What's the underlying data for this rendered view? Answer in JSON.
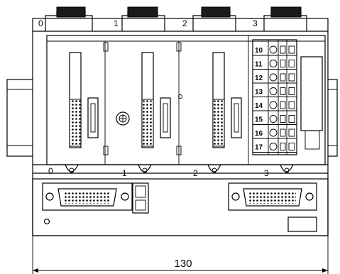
{
  "slot_labels_top": [
    "0",
    "1",
    "2",
    "3"
  ],
  "slot_labels_bottom": [
    "0",
    "1",
    "2",
    "3"
  ],
  "terminal_numbers": [
    "10",
    "11",
    "12",
    "13",
    "14",
    "15",
    "16",
    "17"
  ],
  "dimension": {
    "width_label": "130"
  }
}
